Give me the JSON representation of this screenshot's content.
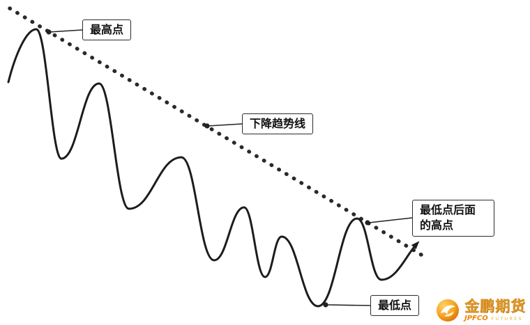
{
  "labels": {
    "highest_point": "最高点",
    "trendline": "下降趋势线",
    "high_after_low_1": "最低点后面",
    "high_after_low_2": "的高点",
    "lowest_point": "最低点"
  },
  "colors": {
    "curve": "#1c1c1c",
    "dots": "#2a2a2a",
    "connector": "#222222",
    "marker": "#222222"
  },
  "logo": {
    "brand": "金鹏期货",
    "abbr": "JPFCO",
    "tagline": "FUTURES"
  }
}
